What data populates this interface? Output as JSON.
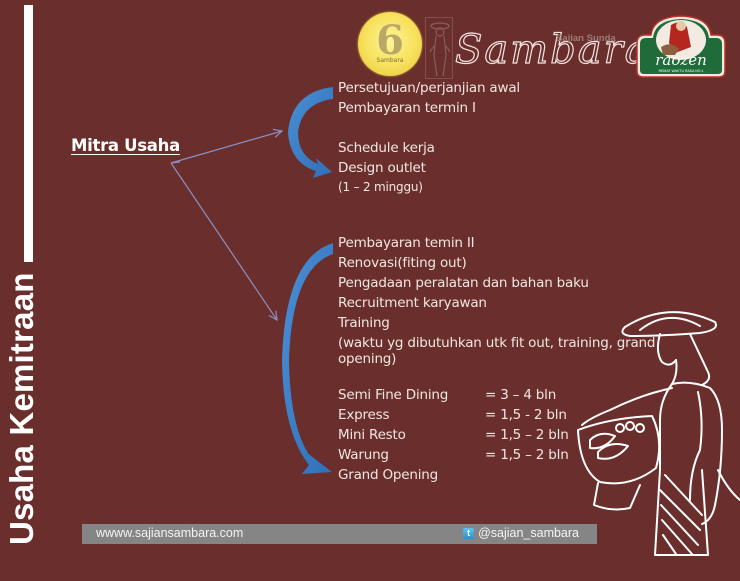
{
  "slide": {
    "side_title": "Usaha Kemitraan",
    "colors": {
      "background": "#6a2f2c",
      "text": "#f1e6e2",
      "arrow_blue": "#3f82c8",
      "connector": "#8b8fc4",
      "footer_bg": "#858585"
    }
  },
  "logos": {
    "badge_numeral": "6",
    "badge_text": "Sambara",
    "wordmark": "Sambara",
    "tagline": "Sajian Sunda",
    "raozen_name": "raozen",
    "raozen_tagline": "REMAT WAKTU RASA NO.1"
  },
  "diagram": {
    "root_label": "Mitra Usaha",
    "phase1": {
      "items": [
        "Persetujuan/perjanjian  awal",
        "Pembayaran termin I",
        "",
        "Schedule kerja",
        "Design outlet"
      ],
      "duration": "(1 – 2 minggu)"
    },
    "phase2": {
      "items": [
        "Pembayaran temin II",
        "Renovasi(fiting  out)",
        "Pengadaan peralatan dan bahan baku",
        "Recruitment  karyawan",
        "Training"
      ],
      "note": "(waktu yg dibutuhkan utk fit out, training, grand opening)",
      "timings": [
        {
          "label": "Semi Fine Dining",
          "value": "= 3 –  4    bln"
        },
        {
          "label": "Express",
          "value": "= 1,5 - 2   bln"
        },
        {
          "label": "Mini Resto",
          "value": "=  1,5 – 2 bln"
        },
        {
          "label": "Warung",
          "value": "= 1,5 – 2  bln"
        }
      ],
      "final": "Grand Opening"
    }
  },
  "footer": {
    "website": "wwww.sajiansambara.com",
    "twitter_icon": "twitter-icon",
    "twitter_handle": "@sajian_sambara"
  }
}
